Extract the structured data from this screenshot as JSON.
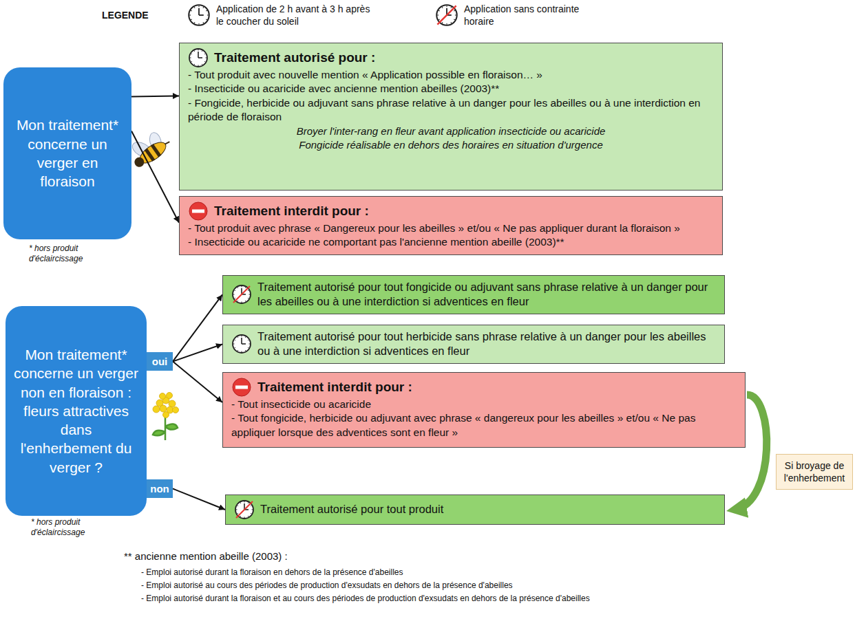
{
  "diagram": {
    "nodes": [
      {
        "text": [
          "Mon traitement* concerne un verger en floraison"
        ]
      },
      {
        "text": [
          "Traitement autorisé pour :",
          "- Tout produit avec nouvelle mention « Application possible en floraison… »",
          "- Insecticide ou acaricide avec ancienne mention abeilles (2003)**",
          "- Fongicide, herbicide ou adjuvant sans phrase relative à un danger pour les abeilles ou à une interdiction en période de floraison",
          "Broyer l'inter-rang en fleur avant application insecticide ou acaricide",
          "Fongicide réalisable en dehors des horaires en situation d'urgence"
        ]
      },
      {
        "text": [
          "Traitement interdit pour :",
          "- Tout produit avec phrase « Dangereux pour les abeilles » et/ou « Ne pas appliquer durant la floraison »",
          "- Insecticide ou acaricide ne comportant pas l'ancienne mention abeille (2003)**"
        ]
      },
      {
        "text": [
          "Mon traitement* concerne un verger non en floraison : fleurs attractives dans l'enherbement du verger ?"
        ]
      },
      {
        "text": [
          "oui"
        ]
      },
      {
        "text": [
          "non"
        ]
      },
      {
        "text": [
          "Traitement autorisé pour tout fongicide ou adjuvant sans phrase relative à un danger pour les abeilles ou à une interdiction si adventices en fleur"
        ]
      },
      {
        "text": [
          "Traitement autorisé pour tout herbicide sans phrase relative à un danger pour les abeilles ou à une interdiction si adventices en fleur"
        ]
      },
      {
        "text": [
          "Traitement interdit pour :",
          "- Tout insecticide ou acaricide",
          "- Tout fongicide, herbicide ou adjuvant avec phrase « dangereux pour les abeilles » et/ou « Ne pas appliquer lorsque des adventices sont en fleur »"
        ]
      },
      {
        "text": [
          "Si broyage de l'enherbement"
        ]
      },
      {
        "text": [
          "Traitement autorisé pour tout produit"
        ]
      }
    ],
    "edges": [
      {
        "from": 0,
        "to": 1,
        "arrow": "to"
      },
      {
        "from": 0,
        "to": 2,
        "arrow": "to"
      },
      {
        "from": 4,
        "to": 6,
        "arrow": "to"
      },
      {
        "from": 4,
        "to": 7,
        "arrow": "to"
      },
      {
        "from": 4,
        "to": 8,
        "arrow": "to"
      },
      {
        "from": 5,
        "to": 10,
        "arrow": "to"
      },
      {
        "from": 8,
        "to": 10,
        "arrow": "to"
      }
    ],
    "labels": [
      "LEGENDE",
      "* hors produit d'éclaircissage",
      "* hors produit d'éclaircissage",
      "** ancienne mention abeille (2003) :",
      "- Emploi autorisé durant la floraison en dehors de la présence d'abeilles",
      "- Emploi autorisé au cours des périodes de production d'exsudats en dehors de la présence d'abeilles",
      "- Emploi autorisé durant la floraison et au cours des périodes de production d'exsudats en dehors de la présence d'abeilles"
    ],
    "legend": [
      {
        "text": "Application de 2 h avant à 3 h après le coucher du soleil"
      },
      {
        "text": "Application sans contrainte horaire"
      }
    ]
  }
}
